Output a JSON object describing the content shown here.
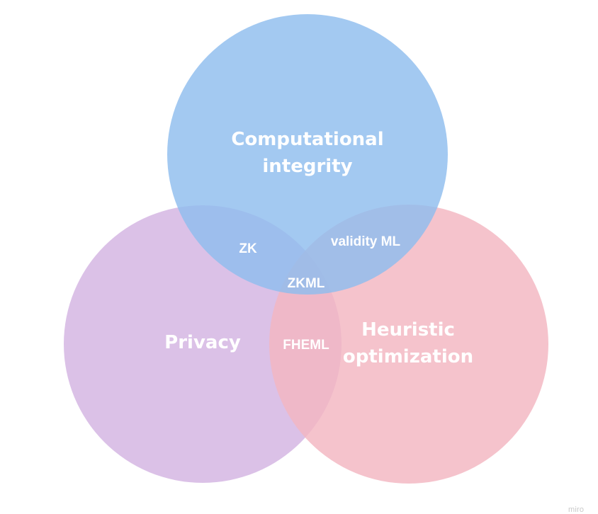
{
  "diagram": {
    "sets": {
      "computational_integrity": {
        "lines": [
          "Computational",
          "integrity"
        ],
        "color": "#8fbdee"
      },
      "privacy": {
        "lines": [
          "Privacy"
        ],
        "color": "#d6b8e4"
      },
      "heuristic_optimization": {
        "lines": [
          "Heuristic",
          "optimization"
        ],
        "color": "#f3b6c1"
      }
    },
    "overlaps": {
      "zk": "ZK",
      "validity_ml": "validity ML",
      "fheml": "FHEML",
      "zkml": "ZKML"
    },
    "watermark": "miro"
  }
}
